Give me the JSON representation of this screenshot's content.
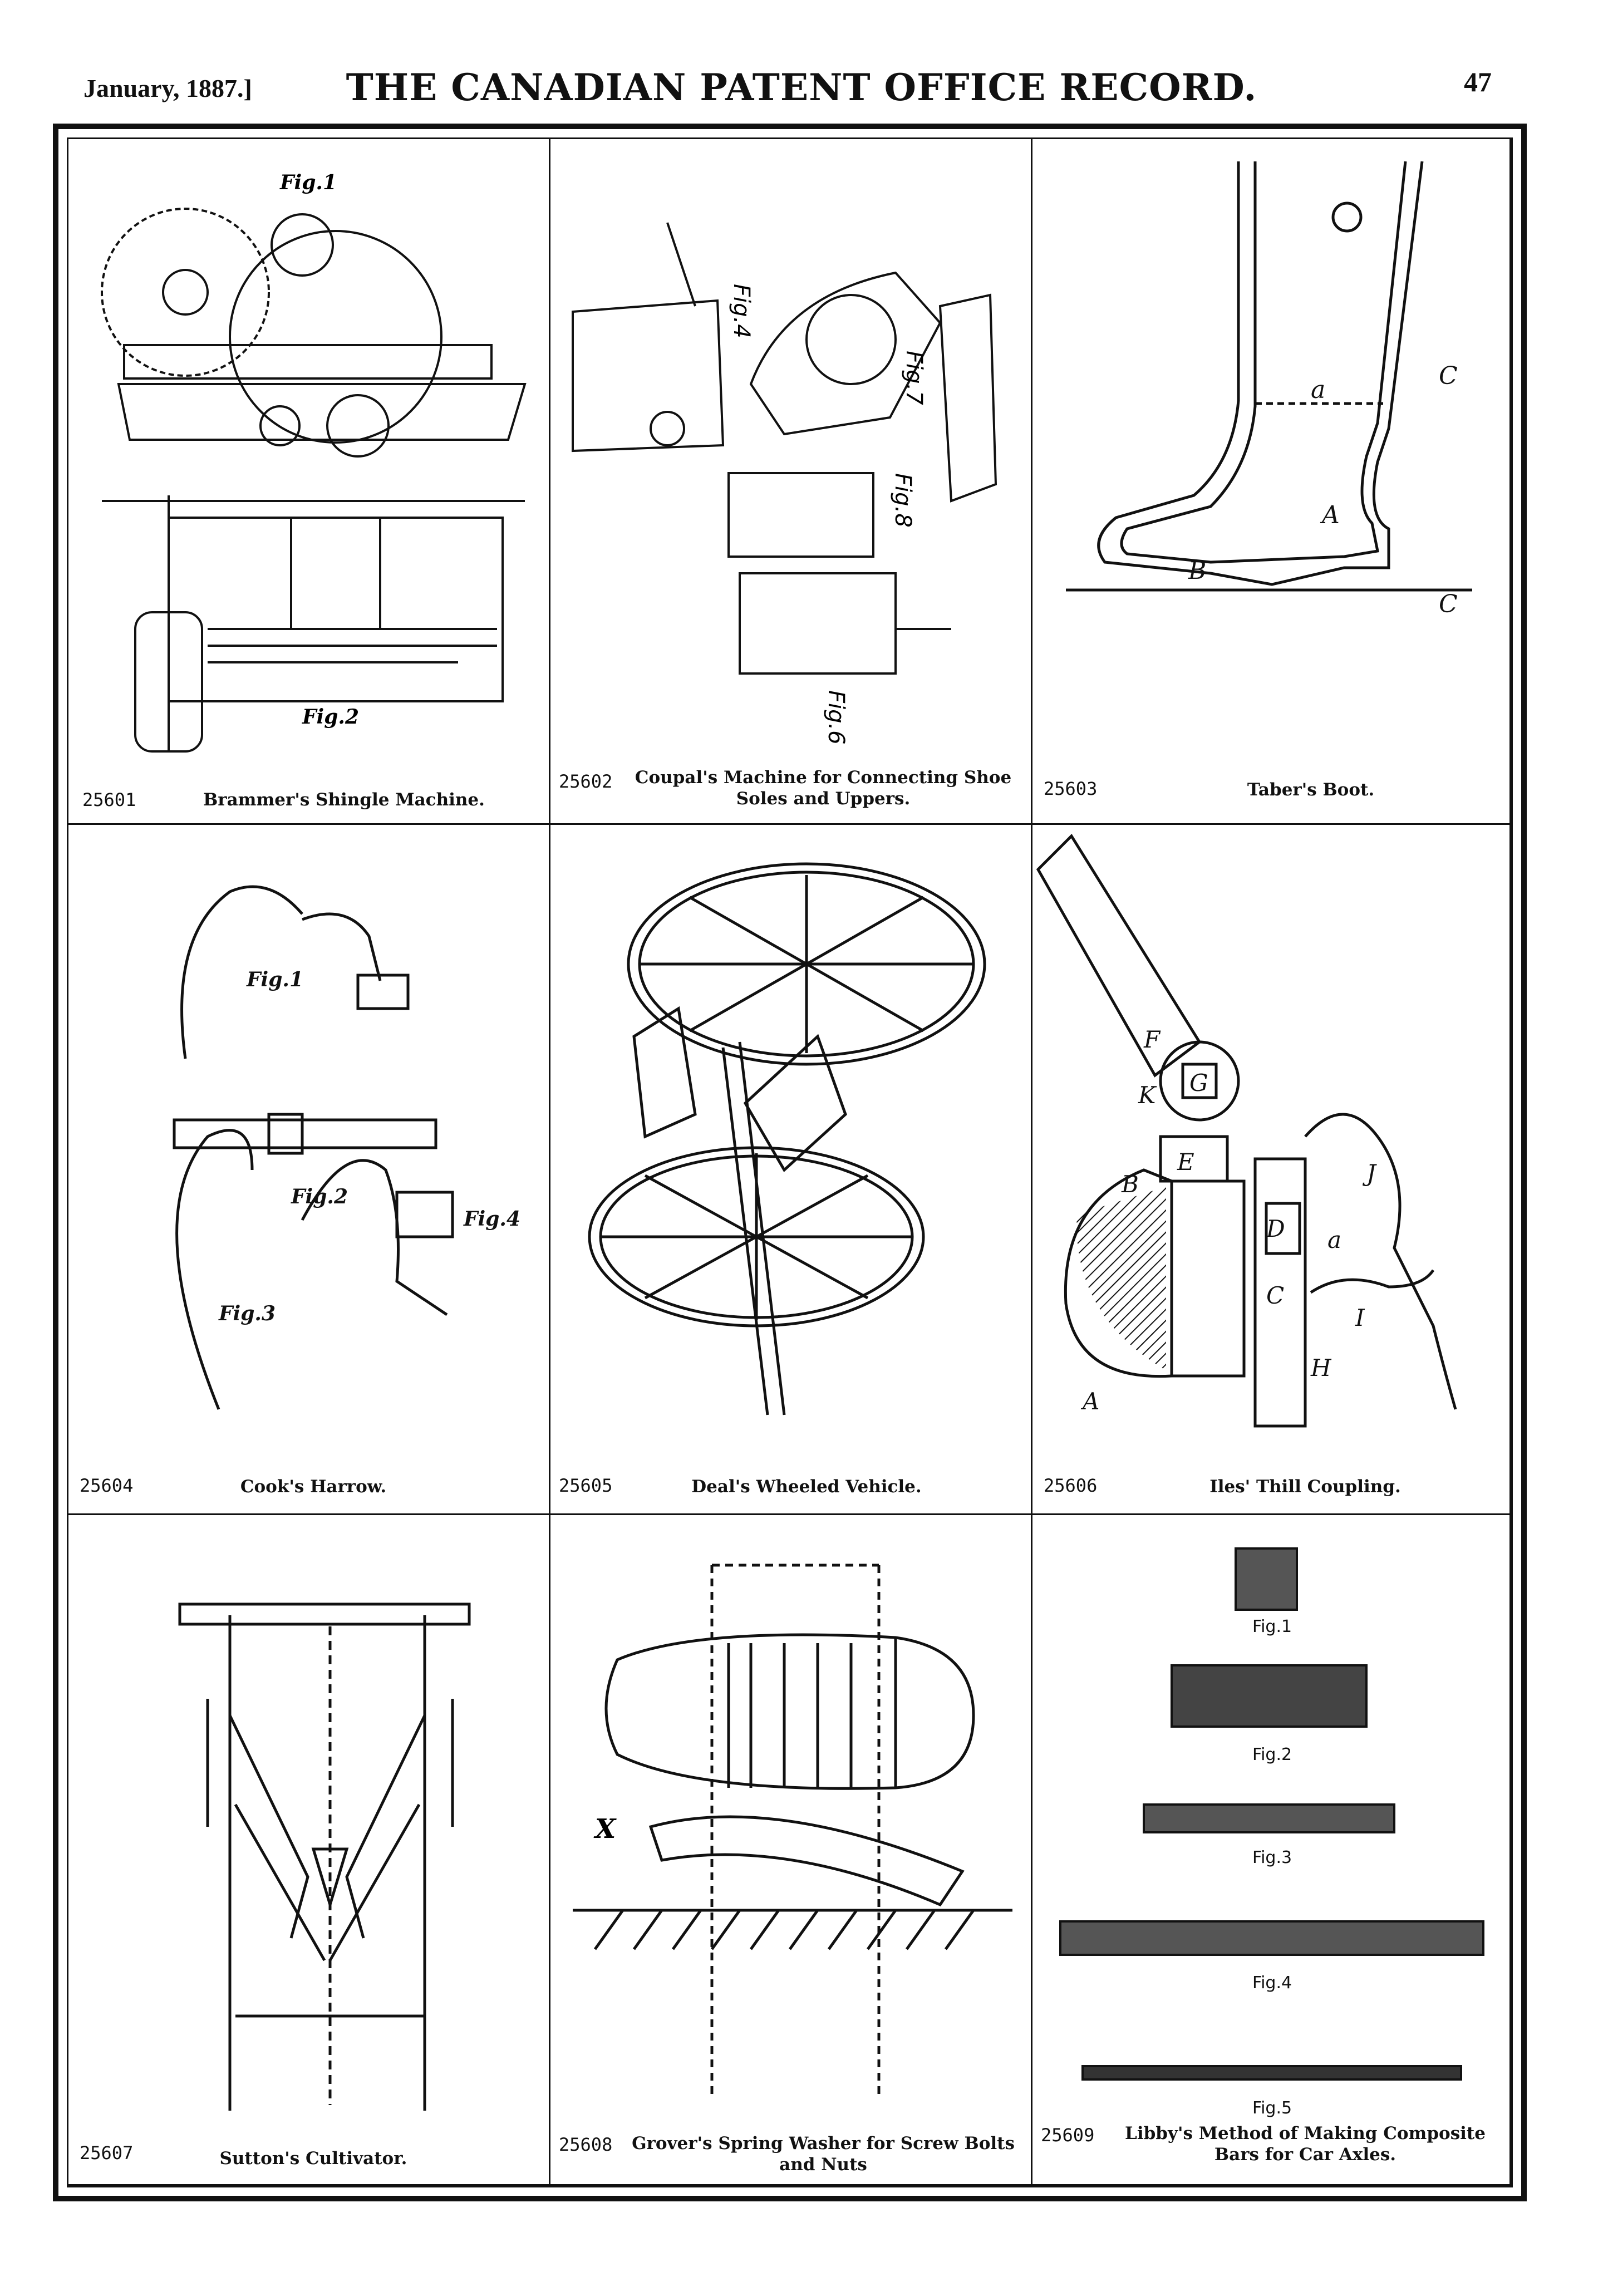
{
  "header": {
    "date": "January, 1887.]",
    "title": "THE CANADIAN PATENT OFFICE RECORD.",
    "page": "47"
  },
  "patents": [
    {
      "number": "25601",
      "caption": "Brammer's Shingle Machine.",
      "figure_icon": "shingle-machine-drawing-icon"
    },
    {
      "number": "25602",
      "caption": "Coupal's Machine for Connecting Shoe Soles and Uppers.",
      "figure_icon": "shoe-sole-machine-drawing-icon"
    },
    {
      "number": "25603",
      "caption": "Taber's Boot.",
      "figure_icon": "boot-drawing-icon"
    },
    {
      "number": "25604",
      "caption": "Cook's Harrow.",
      "figure_icon": "harrow-drawing-icon"
    },
    {
      "number": "25605",
      "caption": "Deal's Wheeled Vehicle.",
      "figure_icon": "wheeled-vehicle-drawing-icon"
    },
    {
      "number": "25606",
      "caption": "Iles' Thill Coupling.",
      "figure_icon": "thill-coupling-drawing-icon"
    },
    {
      "number": "25607",
      "caption": "Sutton's Cultivator.",
      "figure_icon": "cultivator-drawing-icon"
    },
    {
      "number": "25608",
      "caption": "Grover's Spring Washer for Screw Bolts and Nuts",
      "figure_icon": "spring-washer-drawing-icon"
    },
    {
      "number": "25609",
      "caption": "Libby's Method of Making Composite Bars for Car Axles.",
      "figure_icon": "composite-bars-drawing-icon"
    }
  ],
  "figure_labels": {
    "shingle": [
      "Fig.1",
      "Fig.2"
    ],
    "shoe": [
      "Fig.4",
      "Fig.7",
      "Fig.8",
      "Fig.6"
    ],
    "boot": [
      "a",
      "C",
      "A",
      "B",
      "C"
    ],
    "harrow": [
      "Fig.1",
      "Fig.2",
      "Fig.3",
      "Fig.4"
    ],
    "thill": [
      "F",
      "G",
      "K",
      "E",
      "B",
      "D",
      "J",
      "C",
      "a",
      "I",
      "H",
      "A"
    ],
    "washer": [
      "X"
    ],
    "bars": [
      "Fig.1",
      "Fig.2",
      "Fig.3",
      "Fig.4",
      "Fig.5"
    ]
  },
  "colors": {
    "ink": "#111111",
    "paper": "#ffffff"
  }
}
